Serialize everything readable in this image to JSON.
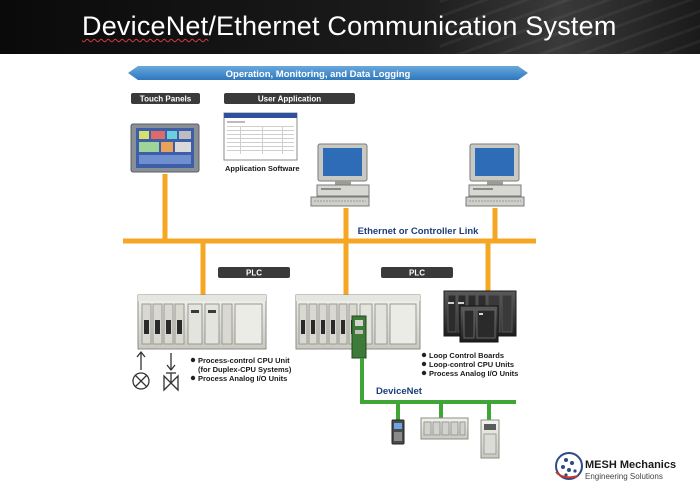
{
  "title": {
    "part1": "DeviceNet",
    "part2": "/Ethernet Communication System"
  },
  "banner": "Operation, Monitoring, and Data Logging",
  "touch_panels_label": "Touch Panels",
  "user_application_label": "User Application",
  "application_software_caption": "Application Software",
  "ethernet_label": "Ethernet or Controller Link",
  "plc_left_label": "PLC",
  "plc_right_label": "PLC",
  "left_plc_notes": [
    "Process-control CPU Unit",
    "(for Duplex-CPU Systems)",
    "Process Analog I/O Units"
  ],
  "right_plc_notes": [
    "Loop Control Boards",
    "Loop-control CPU Units",
    "Process Analog I/O Units"
  ],
  "devicenet_label": "DeviceNet",
  "logo": {
    "name": "MESH Mechanics",
    "tagline": "Engineering Solutions"
  },
  "colors": {
    "ethernet_bus": "#f5a623",
    "devicenet_bus": "#3fa535",
    "banner": "#3b86c8",
    "label_box": "#3a3a3a"
  }
}
